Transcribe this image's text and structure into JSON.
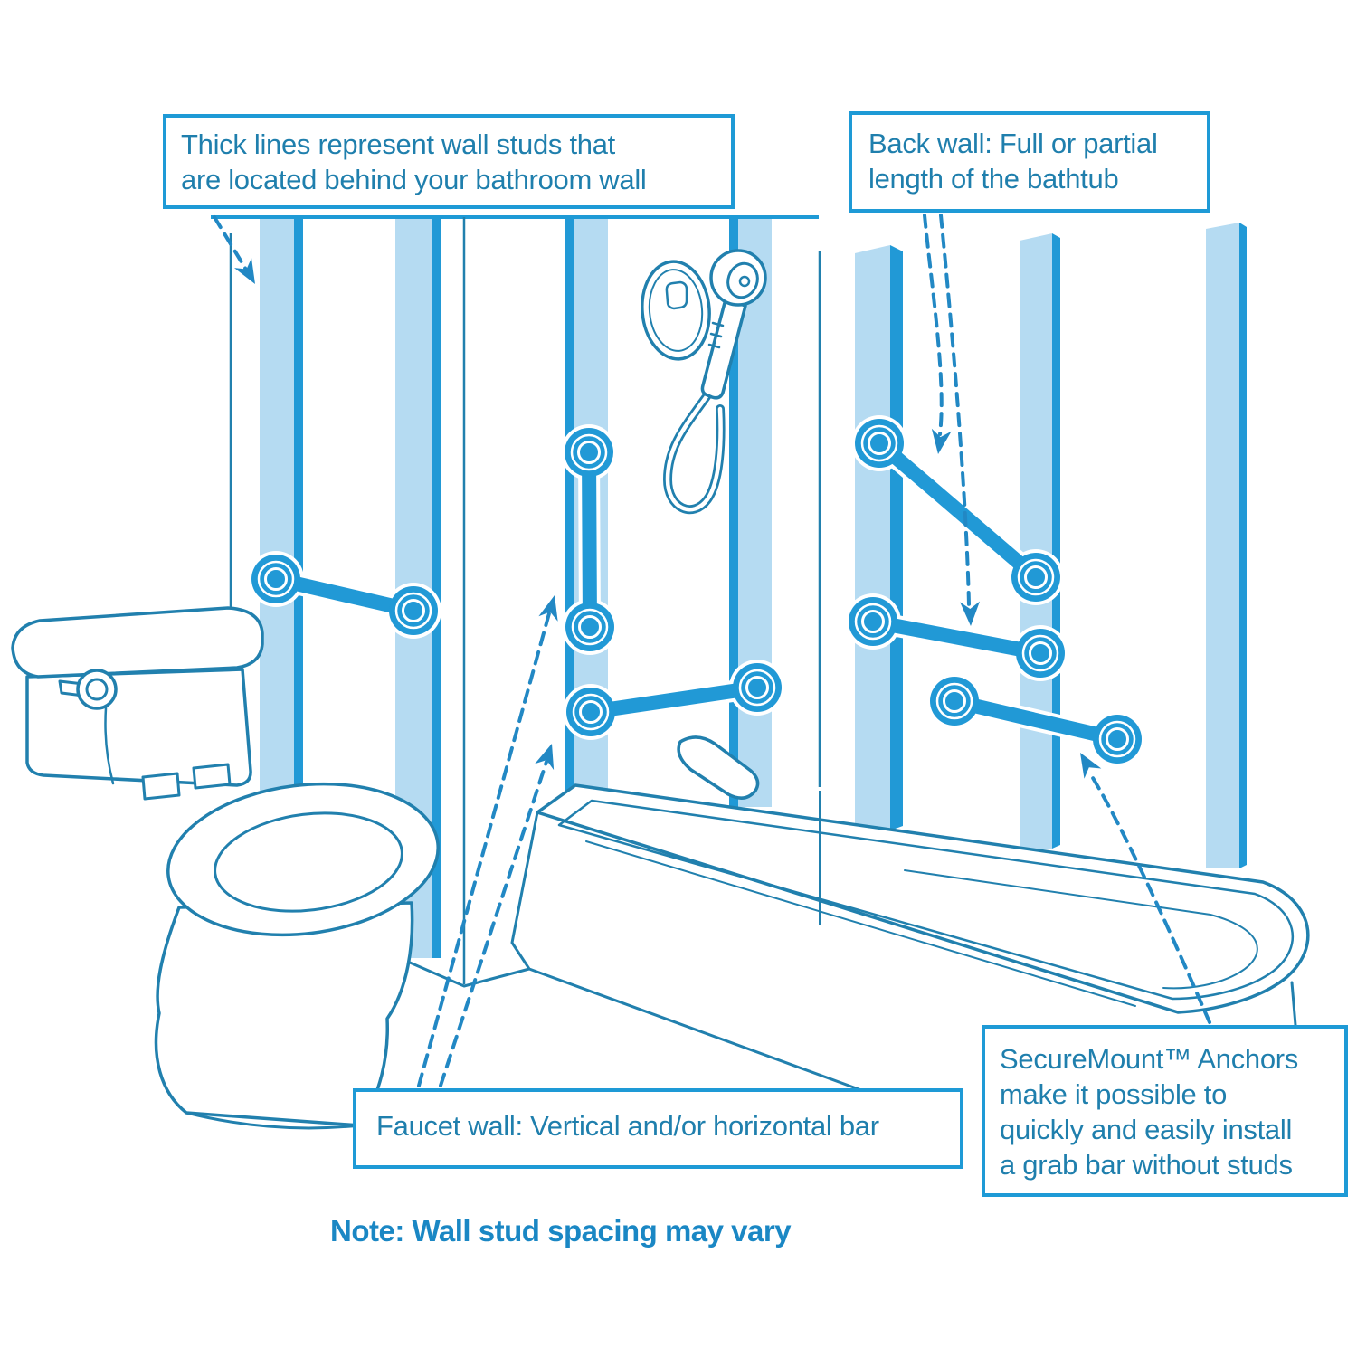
{
  "callouts": {
    "thick_lines": {
      "line1": "Thick lines represent wall studs that",
      "line2": "are located behind your bathroom wall"
    },
    "back_wall": {
      "line1": "Back wall: Full or partial",
      "line2": "length of the bathtub"
    },
    "faucet_wall": {
      "line1": "Faucet wall: Vertical and/or horizontal bar"
    },
    "securemount": {
      "line1": "SecureMount™ Anchors",
      "line2": "make it possible to",
      "line3": "quickly and easily install",
      "line4": "a grab bar without studs"
    }
  },
  "note": {
    "text": "Note: Wall stud spacing may vary"
  },
  "colors": {
    "accent": "#1e9ad6",
    "stud_light": "#b5dbf2",
    "bar_blue": "#2199d6",
    "outline": "#2180ae",
    "dashed": "#2288c4",
    "callout_text": "#1f7fad",
    "note_text": "#1a87c4",
    "bg": "#ffffff"
  }
}
